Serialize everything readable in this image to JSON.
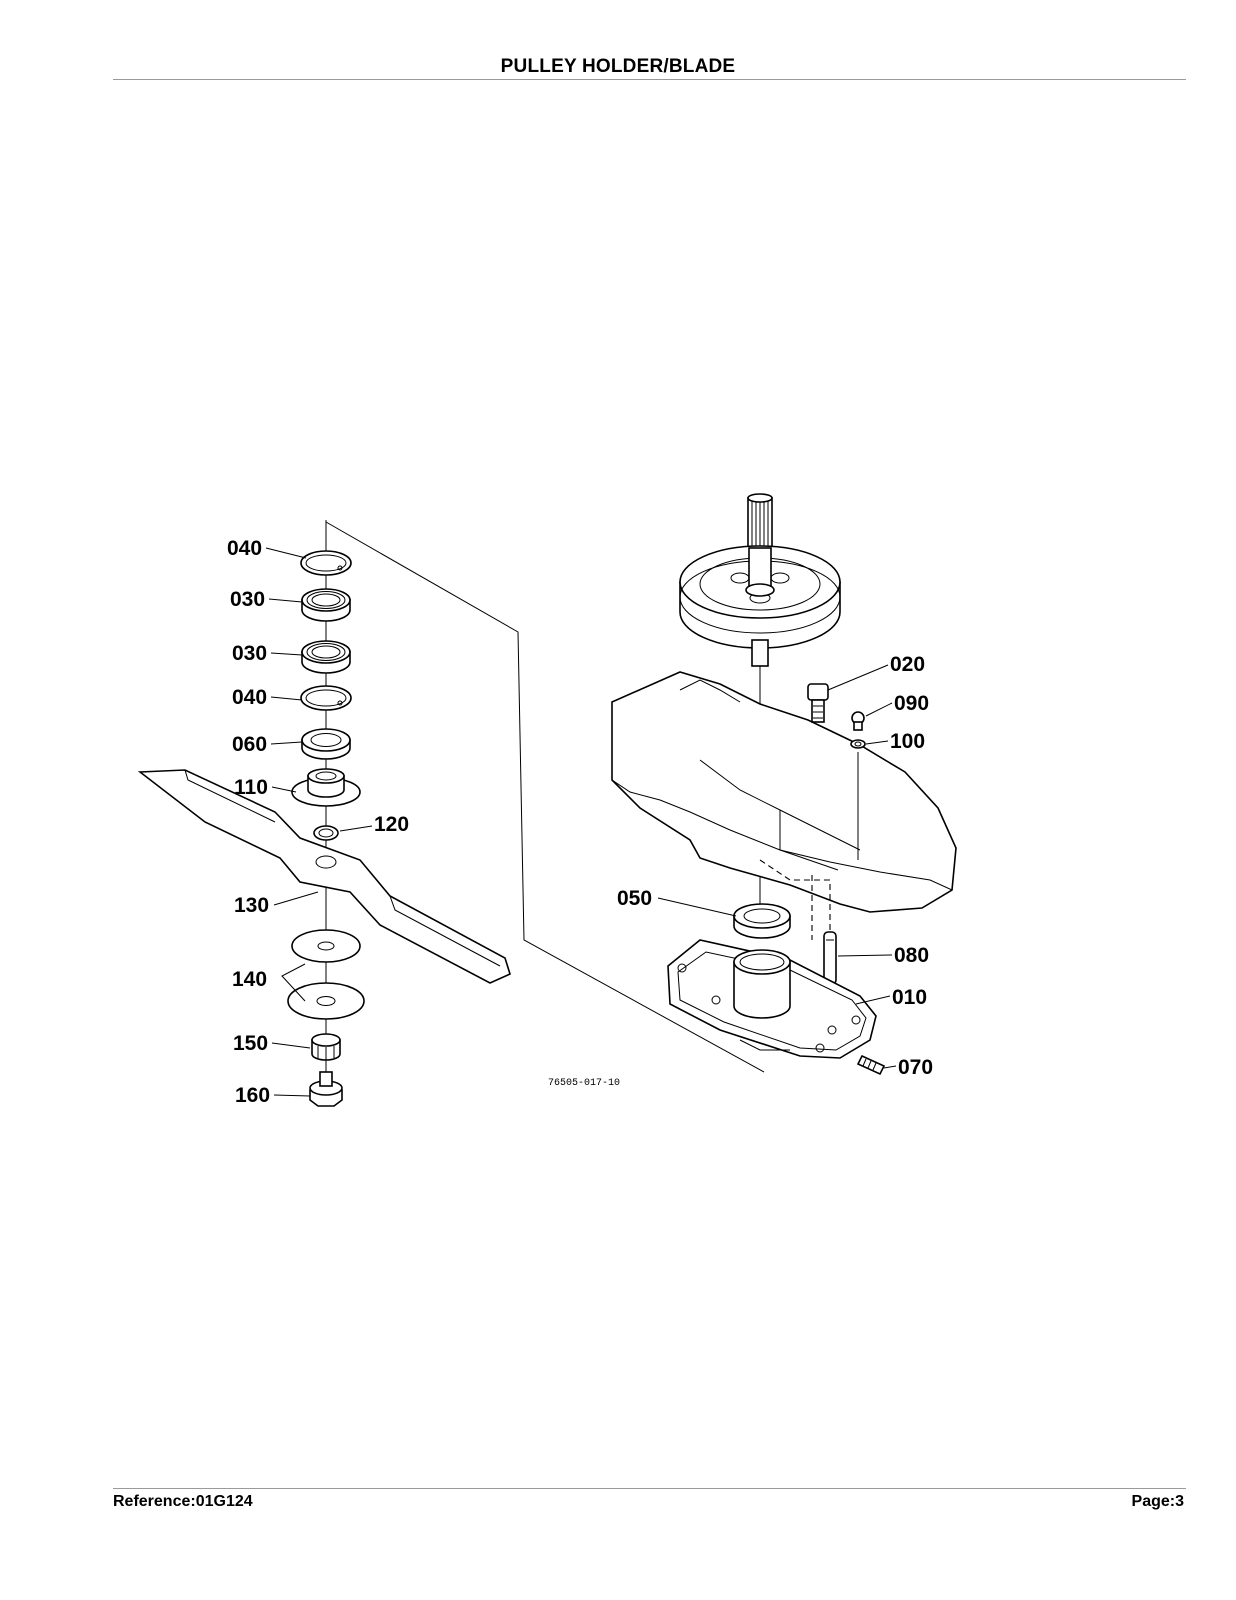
{
  "header": {
    "title": "PULLEY HOLDER/BLADE"
  },
  "footer": {
    "reference": "Reference:01G124",
    "page": "Page:3"
  },
  "diagram": {
    "drawing_code": "76505-017-10",
    "callouts": [
      {
        "id": "c-040a",
        "label": "040"
      },
      {
        "id": "c-030a",
        "label": "030"
      },
      {
        "id": "c-030b",
        "label": "030"
      },
      {
        "id": "c-040b",
        "label": "040"
      },
      {
        "id": "c-060",
        "label": "060"
      },
      {
        "id": "c-110",
        "label": "110"
      },
      {
        "id": "c-120",
        "label": "120"
      },
      {
        "id": "c-130",
        "label": "130"
      },
      {
        "id": "c-140",
        "label": "140"
      },
      {
        "id": "c-150",
        "label": "150"
      },
      {
        "id": "c-160",
        "label": "160"
      },
      {
        "id": "c-020",
        "label": "020"
      },
      {
        "id": "c-090",
        "label": "090"
      },
      {
        "id": "c-100",
        "label": "100"
      },
      {
        "id": "c-050",
        "label": "050"
      },
      {
        "id": "c-080",
        "label": "080"
      },
      {
        "id": "c-010",
        "label": "010"
      },
      {
        "id": "c-070",
        "label": "070"
      }
    ]
  }
}
